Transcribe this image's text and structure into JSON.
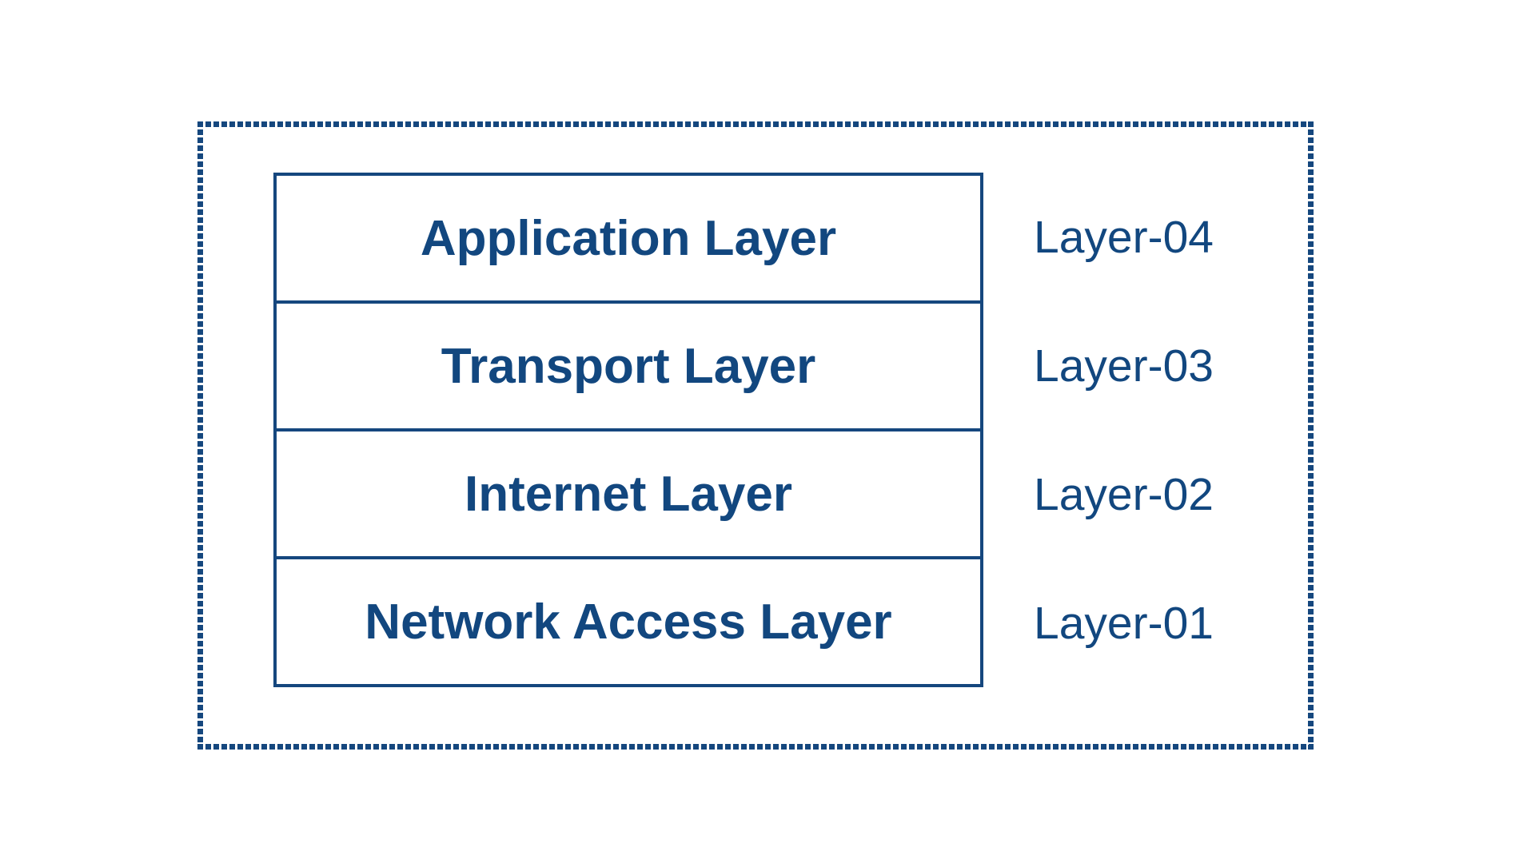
{
  "colors": {
    "ink": "#12477f",
    "line": "#15477e"
  },
  "diagram": {
    "layers": [
      {
        "name": "Application Layer",
        "tag": "Layer-04"
      },
      {
        "name": "Transport Layer",
        "tag": "Layer-03"
      },
      {
        "name": "Internet Layer",
        "tag": "Layer-02"
      },
      {
        "name": "Network Access Layer",
        "tag": "Layer-01"
      }
    ]
  }
}
